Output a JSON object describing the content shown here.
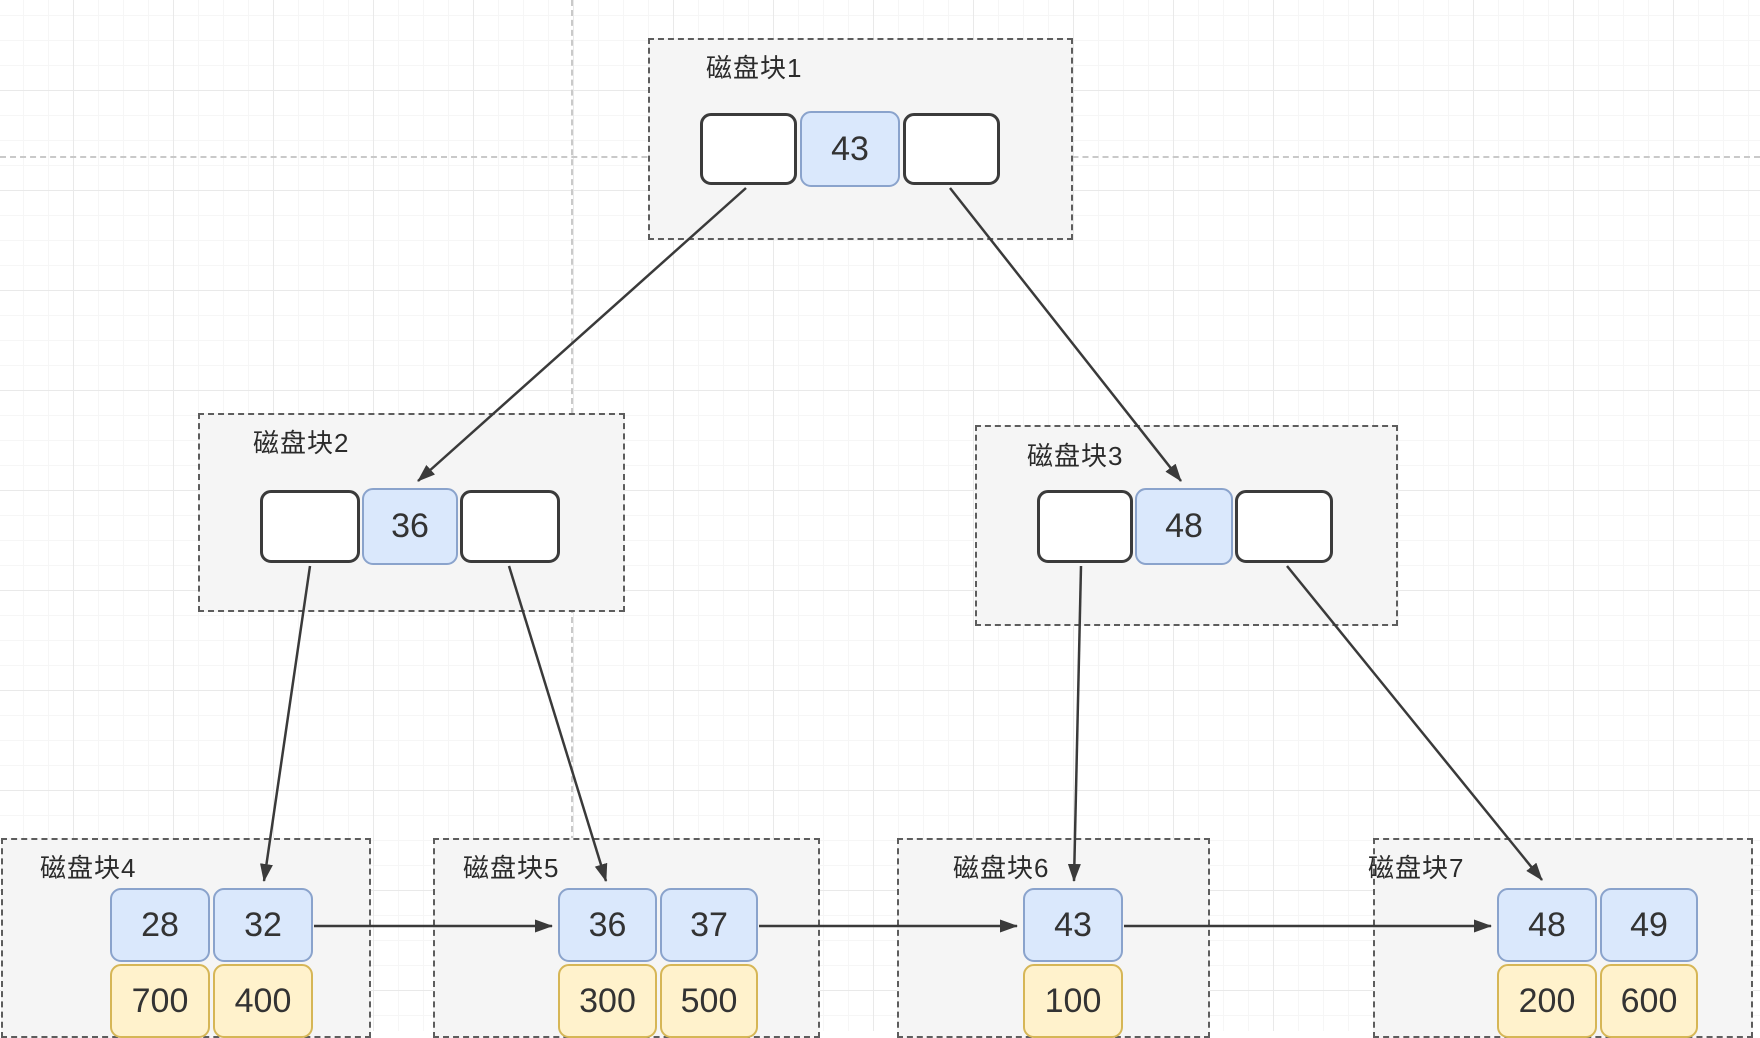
{
  "diagram_type": "b-plus-tree-disk-blocks",
  "colors": {
    "container_fill": "#f5f5f5",
    "container_border": "#5d5d5d",
    "pointer_cell_fill": "#ffffff",
    "pointer_cell_border": "#3b3b3b",
    "key_cell_fill": "#dae8fc",
    "key_cell_border": "#8aa3cc",
    "data_cell_fill": "#fff2cc",
    "data_cell_border": "#d6b656",
    "arrow": "#3a3a3a",
    "page_boundary_line": "#c9c9c9",
    "label_text": "#2b2b2b"
  },
  "blocks": {
    "block1": {
      "label": "磁盘块1",
      "key": "43"
    },
    "block2": {
      "label": "磁盘块2",
      "key": "36"
    },
    "block3": {
      "label": "磁盘块3",
      "key": "48"
    },
    "block4": {
      "label": "磁盘块4",
      "keys": [
        "28",
        "32"
      ],
      "values": [
        "700",
        "400"
      ]
    },
    "block5": {
      "label": "磁盘块5",
      "keys": [
        "36",
        "37"
      ],
      "values": [
        "300",
        "500"
      ]
    },
    "block6": {
      "label": "磁盘块6",
      "keys": [
        "43"
      ],
      "values": [
        "100"
      ]
    },
    "block7": {
      "label": "磁盘块7",
      "keys": [
        "48",
        "49"
      ],
      "values": [
        "200",
        "600"
      ]
    }
  },
  "edges": [
    {
      "from": "block1-left-pointer",
      "to": "block2-key-36"
    },
    {
      "from": "block1-right-pointer",
      "to": "block3-key-48"
    },
    {
      "from": "block2-left-pointer",
      "to": "block4-key-32"
    },
    {
      "from": "block2-right-pointer",
      "to": "block5-key-36"
    },
    {
      "from": "block3-left-pointer",
      "to": "block6-key-43"
    },
    {
      "from": "block3-right-pointer",
      "to": "block7-key-48"
    },
    {
      "from": "block4",
      "to": "block5"
    },
    {
      "from": "block5",
      "to": "block6"
    },
    {
      "from": "block6",
      "to": "block7"
    }
  ]
}
